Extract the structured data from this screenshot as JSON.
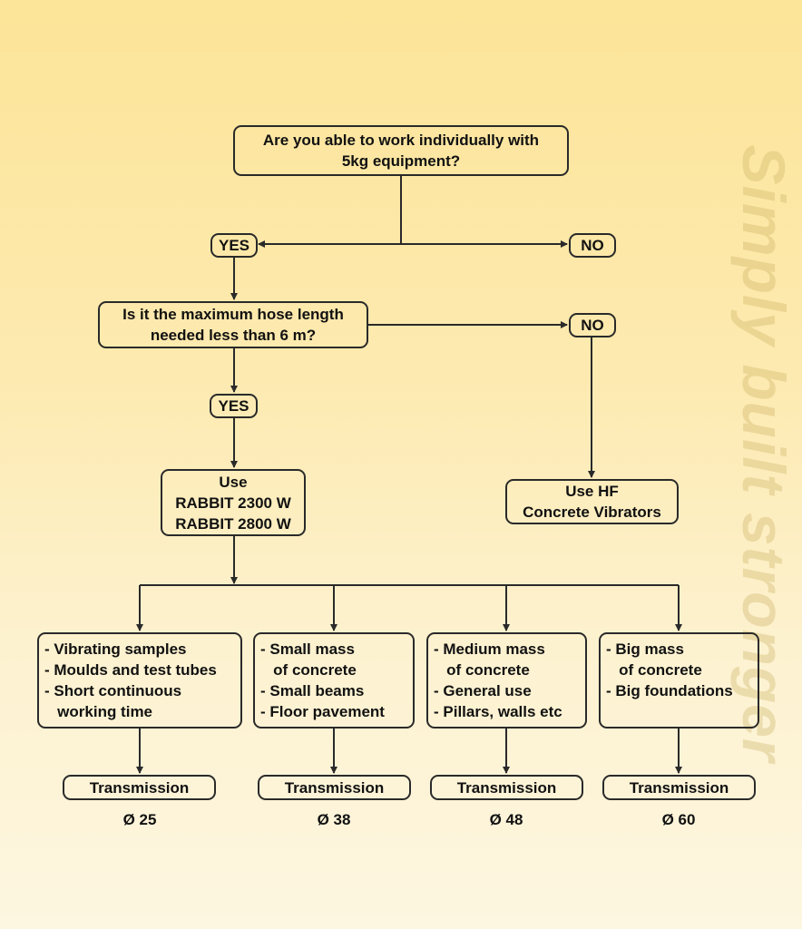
{
  "watermark": "Simply built stronger",
  "colors": {
    "background_top": "#fce498",
    "background_bottom": "#fdf6e0",
    "stroke": "#2a2a2a",
    "text": "#111111"
  },
  "question1": {
    "lines": [
      "Are you able to work individually with",
      "5kg equipment?"
    ],
    "yes_label": "YES",
    "no_label": "NO"
  },
  "question2": {
    "lines": [
      "Is it the maximum hose length",
      "needed less than 6 m?"
    ],
    "yes_label": "YES",
    "no_label": "NO"
  },
  "result_yes": {
    "lines": [
      "Use",
      "RABBIT 2300 W",
      "RABBIT 2800 W"
    ]
  },
  "result_no": {
    "lines": [
      "Use HF",
      "Concrete Vibrators"
    ]
  },
  "applications": [
    {
      "lines": [
        "- Vibrating samples",
        "- Moulds and test tubes",
        "- Short continuous",
        "   working time"
      ],
      "transmission": "Transmission",
      "diameter": "Ø 25"
    },
    {
      "lines": [
        "- Small mass",
        "   of concrete",
        "- Small beams",
        "- Floor pavement"
      ],
      "transmission": "Transmission",
      "diameter": "Ø 38"
    },
    {
      "lines": [
        "- Medium mass",
        "   of concrete",
        "- General use",
        "- Pillars, walls etc"
      ],
      "transmission": "Transmission",
      "diameter": "Ø 48"
    },
    {
      "lines": [
        "- Big mass",
        "   of concrete",
        "- Big foundations"
      ],
      "transmission": "Transmission",
      "diameter": "Ø 60"
    }
  ]
}
